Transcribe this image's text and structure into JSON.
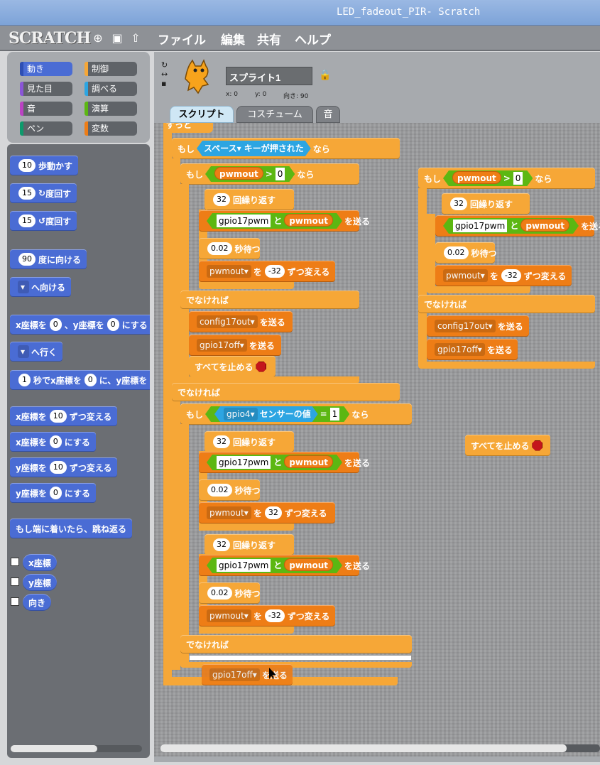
{
  "window": {
    "title": "LED_fadeout_PIR- Scratch"
  },
  "menu": {
    "logo": "SCRATCH",
    "items": [
      "ファイル",
      "編集",
      "共有",
      "ヘルプ"
    ]
  },
  "categories": [
    {
      "label": "動き",
      "color": "#4a6cd4"
    },
    {
      "label": "制御",
      "color": "#f6a737"
    },
    {
      "label": "見た目",
      "color": "#8a55d7"
    },
    {
      "label": "調べる",
      "color": "#2ca5e2"
    },
    {
      "label": "音",
      "color": "#bb42c3"
    },
    {
      "label": "演算",
      "color": "#5cb712"
    },
    {
      "label": "ペン",
      "color": "#0e9a6c"
    },
    {
      "label": "変数",
      "color": "#ee7d16"
    }
  ],
  "palette": {
    "move": {
      "n": "10",
      "label": "歩動かす"
    },
    "turn_right": {
      "n": "15",
      "label": "度回す"
    },
    "turn_left": {
      "n": "15",
      "label": "度回す"
    },
    "point_dir": {
      "n": "90",
      "label": "度に向ける"
    },
    "point_towards": {
      "label": "へ向ける"
    },
    "goto_xy": {
      "a": "x座標を",
      "x": "0",
      "b": "、y座標を",
      "y": "0",
      "c": "にする"
    },
    "goto": {
      "label": "へ行く"
    },
    "glide": {
      "n": "1",
      "a": "秒でx座標を",
      "x": "0",
      "b": "に、y座標を"
    },
    "change_x": {
      "a": "x座標を",
      "n": "10",
      "b": "ずつ変える"
    },
    "set_x": {
      "a": "x座標を",
      "n": "0",
      "b": "にする"
    },
    "change_y": {
      "a": "y座標を",
      "n": "10",
      "b": "ずつ変える"
    },
    "set_y": {
      "a": "y座標を",
      "n": "0",
      "b": "にする"
    },
    "bounce": {
      "label": "もし端に着いたら、跳ね返る"
    },
    "rep_x": "x座標",
    "rep_y": "y座標",
    "rep_dir": "向き"
  },
  "sprite": {
    "name": "スプライト1",
    "x": "x: 0",
    "y": "y: 0",
    "dir": "向き: 90"
  },
  "tabs": [
    "スクリプト",
    "コスチューム",
    "音"
  ],
  "script": {
    "forever": "ずっと",
    "if": "もし",
    "then": "なら",
    "else": "でなければ",
    "space": "スペース",
    "key_pressed": "キーが押された",
    "pwmout": "pwmout",
    "gt": ">",
    "zero": "0",
    "repeat_n": "32",
    "repeat": "回繰り返す",
    "gpio17pwm": "gpio17pwm",
    "and": "と",
    "send": "を送る",
    "wait_n": "0.02",
    "wait": "秒待つ",
    "by": "を",
    "change_by": "ずつ変える",
    "neg32": "-32",
    "pos32": "32",
    "config17out": "config17out",
    "gpio17off": "gpio17off",
    "stop_all": "すべてを止める",
    "gpio4": "gpio4",
    "sensor_value": "センサーの値",
    "eq": "=",
    "one": "1"
  }
}
